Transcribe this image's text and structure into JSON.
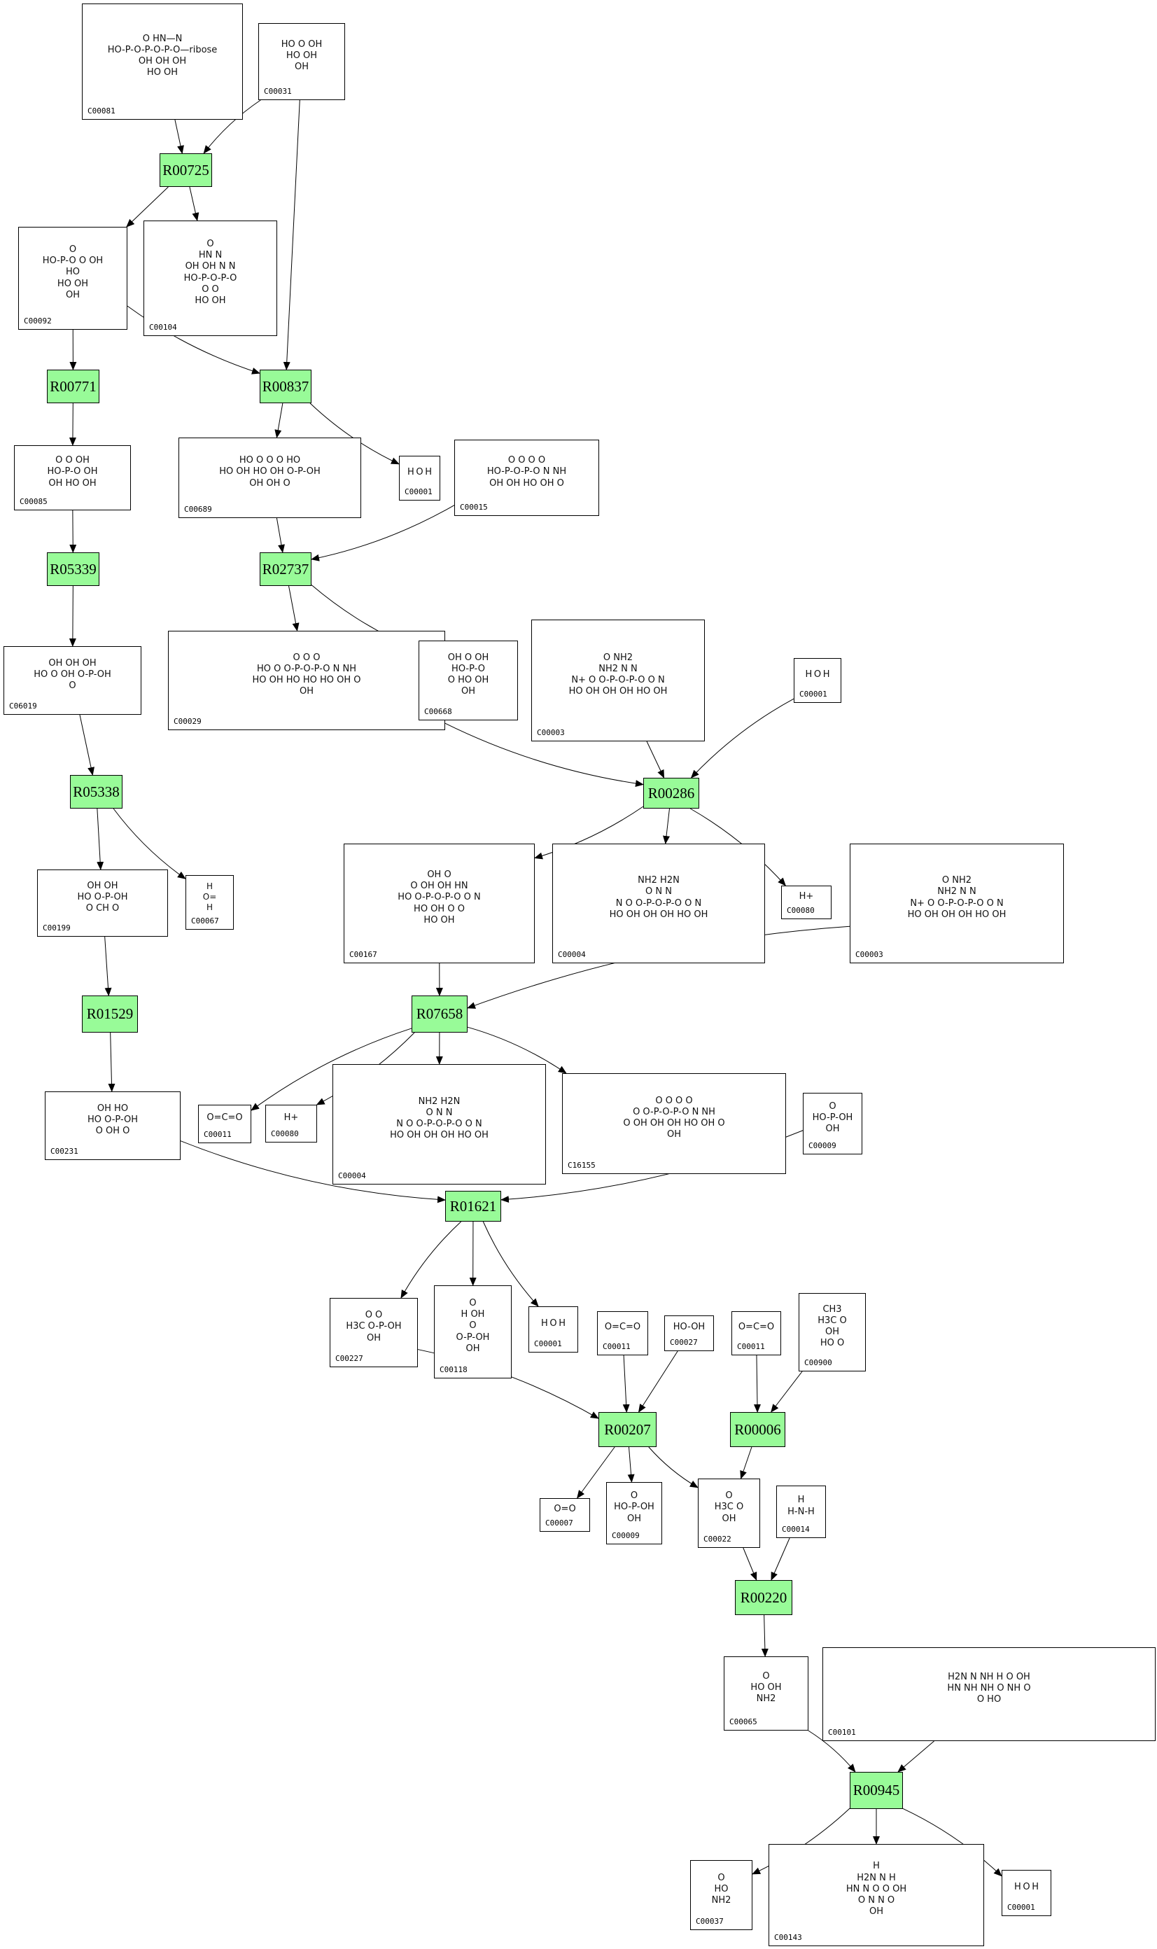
{
  "diagram": {
    "reaction_color": "#98fb98",
    "reactions": [
      {
        "id": "R00725",
        "label": "R00725"
      },
      {
        "id": "R00771",
        "label": "R00771"
      },
      {
        "id": "R00837",
        "label": "R00837"
      },
      {
        "id": "R05339",
        "label": "R05339"
      },
      {
        "id": "R02737",
        "label": "R02737"
      },
      {
        "id": "R05338",
        "label": "R05338"
      },
      {
        "id": "R00286",
        "label": "R00286"
      },
      {
        "id": "R01529",
        "label": "R01529"
      },
      {
        "id": "R07658",
        "label": "R07658"
      },
      {
        "id": "R01621",
        "label": "R01621"
      },
      {
        "id": "R00207",
        "label": "R00207"
      },
      {
        "id": "R00006",
        "label": "R00006"
      },
      {
        "id": "R00220",
        "label": "R00220"
      },
      {
        "id": "R00945",
        "label": "R00945"
      }
    ],
    "compounds": [
      {
        "key": "c00081",
        "label": "C00081",
        "structure": [
          "O  HN—N",
          "HO-P-O-P-O-P-O—ribose",
          "OH OH OH",
          "HO   OH"
        ]
      },
      {
        "key": "c00031",
        "label": "C00031",
        "structure": [
          "HO  O  OH",
          "HO  OH",
          "OH"
        ]
      },
      {
        "key": "c00092",
        "label": "C00092",
        "structure": [
          "O",
          "HO-P-O  O  OH",
          "HO",
          "HO  OH",
          "OH"
        ]
      },
      {
        "key": "c00104",
        "label": "C00104",
        "structure": [
          "O",
          "HN   N",
          "OH OH  N  N",
          "HO-P-O-P-O",
          "O  O",
          "HO  OH"
        ]
      },
      {
        "key": "c00085",
        "label": "C00085",
        "structure": [
          "O  O  OH",
          "HO-P-O   OH",
          "OH  HO  OH"
        ]
      },
      {
        "key": "c00689",
        "label": "C00689",
        "structure": [
          "HO  O  O  O  HO",
          "HO  OH HO  OH O-P-OH",
          "OH   OH  O"
        ]
      },
      {
        "key": "c00001a",
        "label": "C00001",
        "structure": [
          "H O H"
        ]
      },
      {
        "key": "c00015",
        "label": "C00015",
        "structure": [
          "O  O   O  O",
          "HO-P-O-P-O  N  NH",
          "OH  OH  HO OH O"
        ]
      },
      {
        "key": "c06019",
        "label": "C06019",
        "structure": [
          "OH  OH   OH",
          "HO   O  OH O-P-OH",
          "O"
        ]
      },
      {
        "key": "c00029",
        "label": "C00029",
        "structure": [
          "O  O   O",
          "HO  O  O-P-O-P-O  N  NH",
          "HO OH HO HO  HO OH O",
          "OH"
        ]
      },
      {
        "key": "c00668",
        "label": "C00668",
        "structure": [
          "OH  O  OH",
          "HO-P-O",
          "O  HO  OH",
          "OH"
        ]
      },
      {
        "key": "c00003a",
        "label": "C00003",
        "structure": [
          "O      NH2",
          "NH2   N  N",
          "N+  O  O-P-O-P-O  O  N",
          "HO OH  OH OH  HO OH"
        ]
      },
      {
        "key": "c00001b",
        "label": "C00001",
        "structure": [
          "H O H"
        ]
      },
      {
        "key": "c00199",
        "label": "C00199",
        "structure": [
          "OH  OH",
          "HO   O-P-OH",
          "O  CH  O"
        ]
      },
      {
        "key": "c00067",
        "label": "C00067",
        "structure": [
          "H",
          "O=",
          "H"
        ]
      },
      {
        "key": "c00167",
        "label": "C00167",
        "structure": [
          "OH      O",
          "O  OH OH  HN",
          "HO  O-P-O-P-O  O N",
          "HO OH  O  O",
          "HO OH"
        ]
      },
      {
        "key": "c00004a",
        "label": "C00004",
        "structure": [
          "NH2     H2N",
          "O     N  N",
          "N  O  O-P-O-P-O  O  N",
          "HO OH  OH OH  HO OH"
        ]
      },
      {
        "key": "c00080a",
        "label": "C00080",
        "structure": [
          "H+"
        ]
      },
      {
        "key": "c00003b",
        "label": "C00003",
        "structure": [
          "O      NH2",
          "NH2   N  N",
          "N+  O  O-P-O-P-O  O  N",
          "HO OH  OH OH  HO OH"
        ]
      },
      {
        "key": "c00231",
        "label": "C00231",
        "structure": [
          "OH   HO",
          "HO   O-P-OH",
          "O  OH  O"
        ]
      },
      {
        "key": "c00011a",
        "label": "C00011",
        "structure": [
          "O=C=O"
        ]
      },
      {
        "key": "c00080b",
        "label": "C00080",
        "structure": [
          "H+"
        ]
      },
      {
        "key": "c00004b",
        "label": "C00004",
        "structure": [
          "NH2     H2N",
          "O     N  N",
          "N  O  O-P-O-P-O  O  N",
          "HO OH  OH OH  HO OH"
        ]
      },
      {
        "key": "c16155",
        "label": "C16155",
        "structure": [
          "O  O   O  O",
          "O  O-P-O-P-O  N  NH",
          "O  OH OH  OH HO OH O",
          "OH"
        ]
      },
      {
        "key": "c00009a",
        "label": "C00009",
        "structure": [
          "O",
          "HO-P-OH",
          "OH"
        ]
      },
      {
        "key": "c00227",
        "label": "C00227",
        "structure": [
          "O  O",
          "H3C  O-P-OH",
          "OH"
        ]
      },
      {
        "key": "c00118",
        "label": "C00118",
        "structure": [
          "O",
          "H  OH",
          "O",
          "O-P-OH",
          "OH"
        ]
      },
      {
        "key": "c00001c",
        "label": "C00001",
        "structure": [
          "H O H"
        ]
      },
      {
        "key": "c00011b",
        "label": "C00011",
        "structure": [
          "O=C=O"
        ]
      },
      {
        "key": "c00027",
        "label": "C00027",
        "structure": [
          "HO-OH"
        ]
      },
      {
        "key": "c00011c",
        "label": "C00011",
        "structure": [
          "O=C=O"
        ]
      },
      {
        "key": "c00900",
        "label": "C00900",
        "structure": [
          "CH3",
          "H3C   O",
          "OH",
          "HO  O"
        ]
      },
      {
        "key": "c00007",
        "label": "C00007",
        "structure": [
          "O=O"
        ]
      },
      {
        "key": "c00009b",
        "label": "C00009",
        "structure": [
          "O",
          "HO-P-OH",
          "OH"
        ]
      },
      {
        "key": "c00022",
        "label": "C00022",
        "structure": [
          "O",
          "H3C   O",
          "OH"
        ]
      },
      {
        "key": "c00014",
        "label": "C00014",
        "structure": [
          "H",
          "H-N-H"
        ]
      },
      {
        "key": "c00065",
        "label": "C00065",
        "structure": [
          "O",
          "HO    OH",
          "NH2"
        ]
      },
      {
        "key": "c00101",
        "label": "C00101",
        "structure": [
          "H2N  N  NH  H          O  OH",
          "HN  NH  NH   O  NH      O",
          "O                    HO"
        ]
      },
      {
        "key": "c00037",
        "label": "C00037",
        "structure": [
          "O",
          "HO",
          "NH2"
        ]
      },
      {
        "key": "c00143",
        "label": "C00143",
        "structure": [
          "H",
          "H2N  N   H",
          "HN   N     O   O  OH",
          "O    N      N      O",
          "OH"
        ]
      },
      {
        "key": "c00001d",
        "label": "C00001",
        "structure": [
          "H O H"
        ]
      }
    ],
    "edges": [
      [
        "c00081",
        "R00725"
      ],
      [
        "c00031",
        "R00725"
      ],
      [
        "R00725",
        "c00092"
      ],
      [
        "R00725",
        "c00104"
      ],
      [
        "c00031",
        "R00837"
      ],
      [
        "c00092",
        "R00837"
      ],
      [
        "c00092",
        "R00771"
      ],
      [
        "R00771",
        "c00085"
      ],
      [
        "R00837",
        "c00689"
      ],
      [
        "R00837",
        "c00001a"
      ],
      [
        "c00085",
        "R05339"
      ],
      [
        "c00689",
        "R02737"
      ],
      [
        "c00015",
        "R02737"
      ],
      [
        "R05339",
        "c06019"
      ],
      [
        "R02737",
        "c00029"
      ],
      [
        "R02737",
        "c00668"
      ],
      [
        "c06019",
        "R05338"
      ],
      [
        "c00029",
        "R00286"
      ],
      [
        "c00003a",
        "R00286"
      ],
      [
        "c00001b",
        "R00286"
      ],
      [
        "R05338",
        "c00199"
      ],
      [
        "R05338",
        "c00067"
      ],
      [
        "R00286",
        "c00167"
      ],
      [
        "R00286",
        "c00004a"
      ],
      [
        "R00286",
        "c00080a"
      ],
      [
        "c00199",
        "R01529"
      ],
      [
        "c00167",
        "R07658"
      ],
      [
        "c00003b",
        "R07658"
      ],
      [
        "R01529",
        "c00231"
      ],
      [
        "R07658",
        "c00011a"
      ],
      [
        "R07658",
        "c00080b"
      ],
      [
        "R07658",
        "c00004b"
      ],
      [
        "R07658",
        "c16155"
      ],
      [
        "c00231",
        "R01621"
      ],
      [
        "c00009a",
        "R01621"
      ],
      [
        "R01621",
        "c00227"
      ],
      [
        "R01621",
        "c00118"
      ],
      [
        "R01621",
        "c00001c"
      ],
      [
        "c00227",
        "R00207"
      ],
      [
        "c00011b",
        "R00207"
      ],
      [
        "c00027",
        "R00207"
      ],
      [
        "c00011c",
        "R00006"
      ],
      [
        "c00900",
        "R00006"
      ],
      [
        "R00207",
        "c00007"
      ],
      [
        "R00207",
        "c00009b"
      ],
      [
        "R00207",
        "c00022"
      ],
      [
        "R00006",
        "c00022"
      ],
      [
        "c00022",
        "R00220"
      ],
      [
        "c00014",
        "R00220"
      ],
      [
        "R00220",
        "c00065"
      ],
      [
        "c00065",
        "R00945"
      ],
      [
        "c00101",
        "R00945"
      ],
      [
        "R00945",
        "c00037"
      ],
      [
        "R00945",
        "c00143"
      ],
      [
        "R00945",
        "c00001d"
      ]
    ]
  }
}
